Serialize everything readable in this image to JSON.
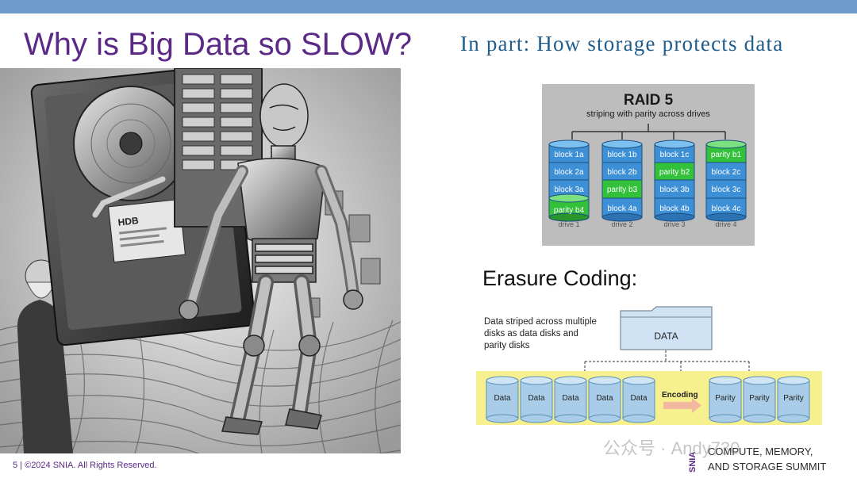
{
  "slide": {
    "title": "Why is Big Data so SLOW?",
    "subtitle": "In part: How storage protects data",
    "footer": "5 | ©2024 SNIA. All Rights Reserved."
  },
  "raid": {
    "title": "RAID 5",
    "subtitle": "striping with parity across drives",
    "drives": [
      {
        "label": "drive 1",
        "blocks": [
          "block 1a",
          "block 2a",
          "block 3a",
          "parity b4"
        ]
      },
      {
        "label": "drive 2",
        "blocks": [
          "block 1b",
          "block 2b",
          "parity b3",
          "block 4a"
        ]
      },
      {
        "label": "drive 3",
        "blocks": [
          "block 1c",
          "parity b2",
          "block 3b",
          "block 4b"
        ]
      },
      {
        "label": "drive 4",
        "blocks": [
          "parity b1",
          "block 2c",
          "block 3c",
          "block 4c"
        ]
      }
    ],
    "colors": {
      "data": "#3d8fd6",
      "parity": "#33c03a",
      "panel": "#bdbdbd"
    }
  },
  "erasure": {
    "title": "Erasure Coding:",
    "note": "Data striped across multiple disks as data disks and parity disks",
    "folder_label": "DATA",
    "data_disks": [
      "Data",
      "Data",
      "Data",
      "Data",
      "Data"
    ],
    "encoding_label": "Encoding",
    "parity_disks": [
      "Parity",
      "Parity",
      "Parity"
    ]
  },
  "logo": {
    "brand": "SNIA",
    "line1": "COMPUTE, MEMORY,",
    "line2": "AND STORAGE SUMMIT"
  },
  "watermark": "公众号 · Andy730",
  "colors": {
    "top_bar": "#6e9bcb",
    "title": "#5b2a86",
    "subtitle": "#1f5d8d",
    "strip": "#f6f08e"
  }
}
